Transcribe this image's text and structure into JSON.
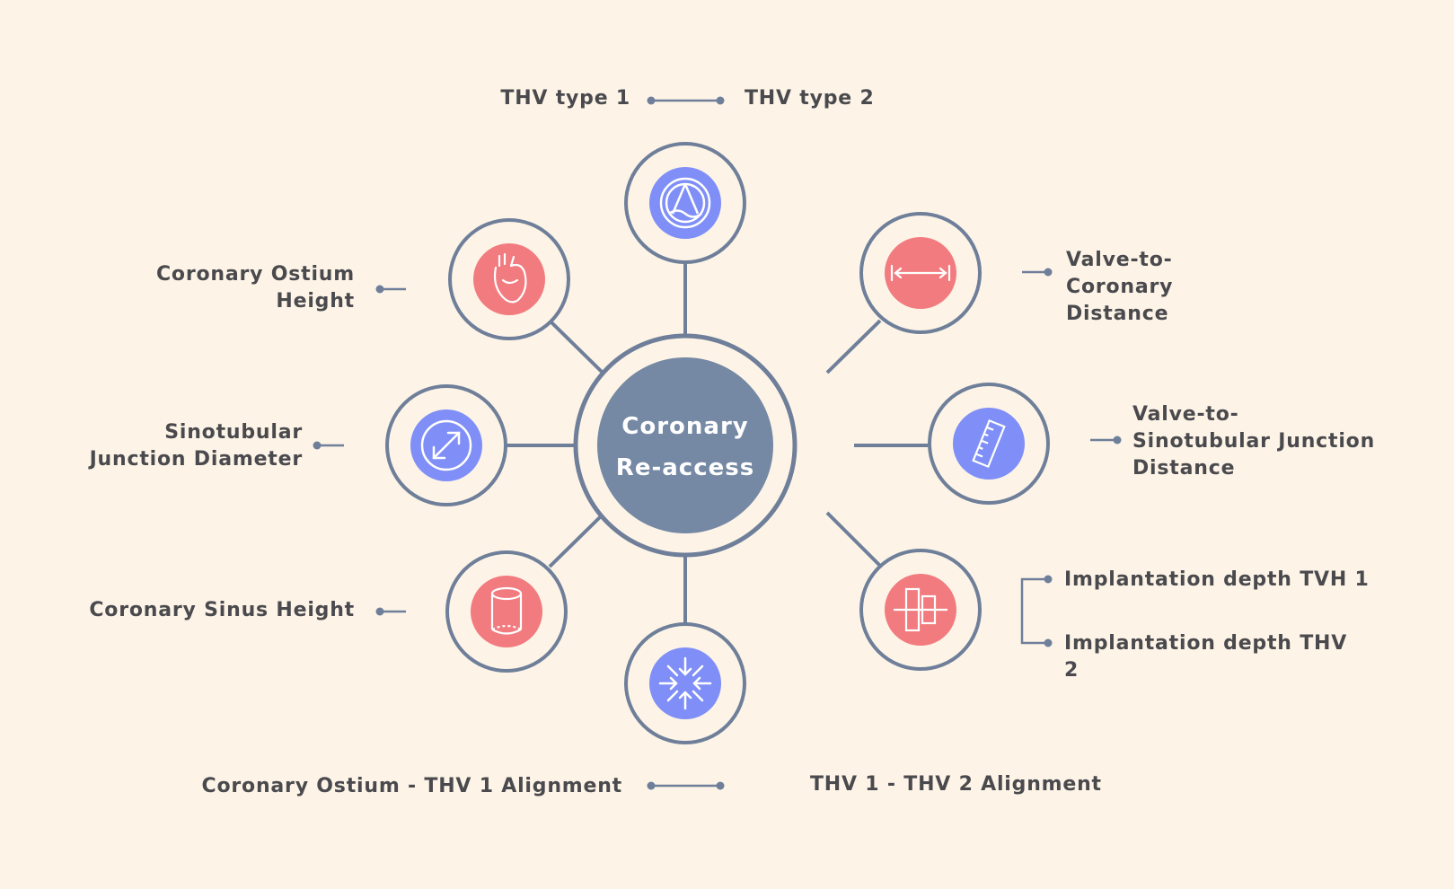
{
  "hub": {
    "line1": "Coronary",
    "line2": "Re-access"
  },
  "labels": {
    "thv_type_1": "THV  type 1",
    "thv_type_2": "THV  type 2",
    "ostium_height_1": "Coronary Ostium",
    "ostium_height_2": "Height",
    "stj_diameter_1": "Sinotubular",
    "stj_diameter_2": "Junction Diameter",
    "sinus_height": "Coronary Sinus Height",
    "ostium_alignment": "Coronary Ostium - THV 1 Alignment",
    "thv_alignment": "THV 1 - THV 2 Alignment",
    "vtc_1": "Valve-to-",
    "vtc_2": "Coronary",
    "vtc_3": "Distance",
    "vtstj_1": "Valve-to-",
    "vtstj_2": "Sinotubular Junction",
    "vtstj_3": "Distance",
    "depth_1": "Implantation depth TVH 1",
    "depth_2a": "Implantation depth THV",
    "depth_2b": "2"
  },
  "icons": {
    "top": "valve-icon",
    "upper_left": "heart-icon",
    "left": "diagonal-arrow-icon",
    "lower_left": "cylinder-icon",
    "bottom": "converge-arrows-icon",
    "lower_right": "implant-depth-icon",
    "right": "ruler-icon",
    "upper_right": "horizontal-measure-icon"
  },
  "colors": {
    "background": "#fdf4e7",
    "stroke": "#6f7f9a",
    "hub_fill": "#7588a4",
    "node_red": "#f27b7f",
    "node_blue": "#7f8ff7",
    "text": "#4a4a4e"
  }
}
